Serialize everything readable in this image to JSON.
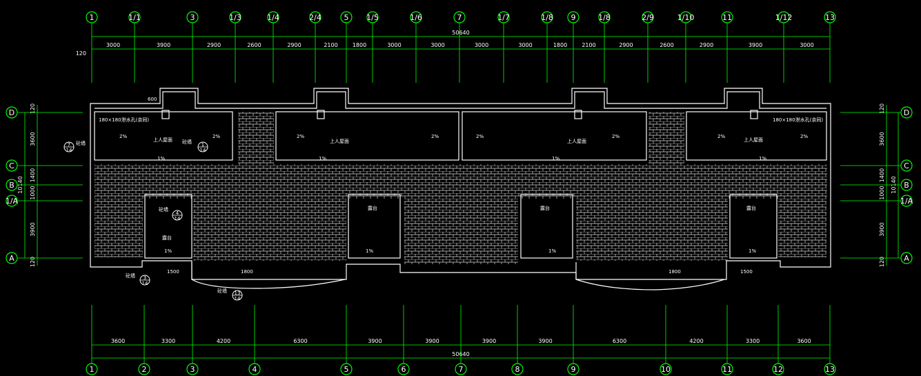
{
  "colors": {
    "background": "#000000",
    "dimension": "#00ff00",
    "walls": "#ffffff",
    "axis_bubble": "#00ff00"
  },
  "axes_top": [
    "1",
    "1/1",
    "3",
    "1/3",
    "1/4",
    "2/4",
    "5",
    "1/5",
    "1/6",
    "7",
    "1/7",
    "1/8",
    "9",
    "1/8",
    "2/9",
    "1/10",
    "11",
    "1/12",
    "13"
  ],
  "axes_bottom": [
    "1",
    "2",
    "3",
    "4",
    "5",
    "6",
    "7",
    "8",
    "9",
    "10",
    "11",
    "12",
    "13"
  ],
  "axes_left": [
    "D",
    "C",
    "B",
    "1/A",
    "A"
  ],
  "axes_right": [
    "D",
    "C",
    "B",
    "1/A",
    "A"
  ],
  "dims_top_total": "50640",
  "dims_top": [
    "3000",
    "3900",
    "2900",
    "2600",
    "2900",
    "2100",
    "1800",
    "3000",
    "3000",
    "3000",
    "3000",
    "1800",
    "2100",
    "2900",
    "2600",
    "2900",
    "3900",
    "3000"
  ],
  "dim_top_offset": "120",
  "dims_bottom_total": "50640",
  "dims_bottom": [
    "3600",
    "3300",
    "4200",
    "6300",
    "3900",
    "3900",
    "3900",
    "3900",
    "6300",
    "4200",
    "3300",
    "3600"
  ],
  "dims_left": [
    "120",
    "3600",
    "1400",
    "1000",
    "3900",
    "120"
  ],
  "dims_left_total": "10140",
  "dims_right": [
    "120",
    "3600",
    "1400",
    "1000",
    "3900",
    "120"
  ],
  "dims_right_total": "10140",
  "labels": {
    "roof": "上人屋面",
    "balcony": "露台",
    "slope2": "2%",
    "slope1": "1%",
    "drain_left": "180×180泄水孔(余同)",
    "drain_right": "180×180泄水孔(余同)",
    "detail": "砼墙",
    "detail_no": "14",
    "dim_600": "600",
    "dim_1500": "1500",
    "dim_1800": "1800"
  },
  "detail_markers": [
    "7",
    "1",
    "4",
    "3",
    "13"
  ]
}
